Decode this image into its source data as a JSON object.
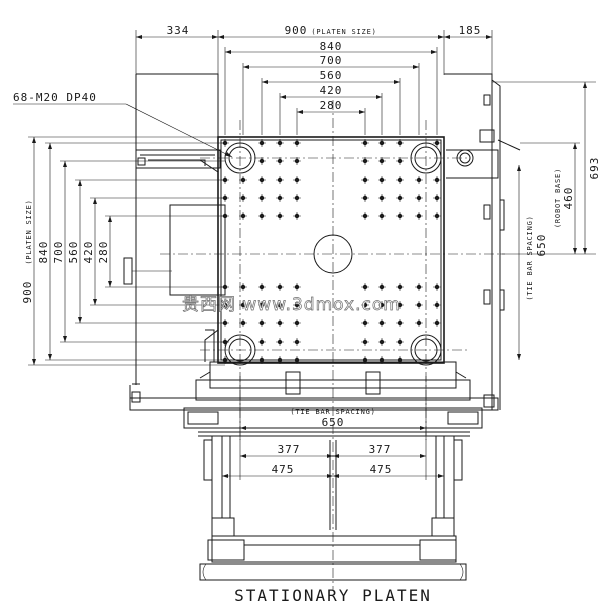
{
  "top_dims": {
    "left_offset": "334",
    "platen_size_value": "900",
    "platen_size_note": "(PLATEN SIZE)",
    "right_offset": "185",
    "nested": [
      "840",
      "700",
      "560",
      "420",
      "280"
    ]
  },
  "left_dims": {
    "platen_size_value": "900",
    "platen_size_note": "(PLATEN SIZE)",
    "nested": [
      "840",
      "700",
      "560",
      "420",
      "280"
    ]
  },
  "right_dims": {
    "tie_bar_value": "650",
    "tie_bar_note": "(TIE BAR SPACING)",
    "robot_base_value": "460",
    "robot_base_note": "(ROBOT BASE)",
    "outer_value": "693"
  },
  "bottom_dims": {
    "tie_bar_note": "(TIE BAR SPACING)",
    "tie_bar_value": "650",
    "left_377": "377",
    "right_377": "377",
    "left_475": "475",
    "right_475": "475"
  },
  "callout": "68-M20 DP40",
  "caption": "STATIONARY PLATEN",
  "watermark": "贵西网 www.3dmox.com"
}
